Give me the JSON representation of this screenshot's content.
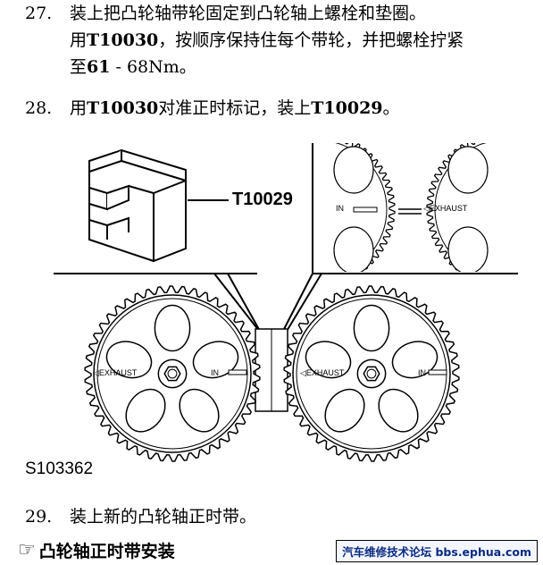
{
  "steps": [
    {
      "num": "27.",
      "line1": "装上把凸轮轴带轮固定到凸轮轴上螺栓和垫圈。",
      "line2_pre": "用",
      "line2_code": "T10030",
      "line2_post": "，按顺序保持住每个带轮，并把螺栓拧紧",
      "line3_pre": "至",
      "line3_code": "61",
      "line3_post": " - 68Nm。"
    },
    {
      "num": "28.",
      "pre": "用",
      "code1": "T10030",
      "mid": "对准正时标记，装上",
      "code2": "T10029",
      "post": "。"
    },
    {
      "num": "29.",
      "text": "装上新的凸轮轴正时带。"
    }
  ],
  "figure": {
    "tool_label": "T10029",
    "figure_id": "S103362",
    "exhaust_label": "EXHAUST",
    "in_label": "IN"
  },
  "footer": {
    "heading": "凸轮轴正时带安装",
    "watermark": "汽车维修技术论坛 bbs.ephua.com",
    "hand_icon": "pointing-hand-icon"
  }
}
